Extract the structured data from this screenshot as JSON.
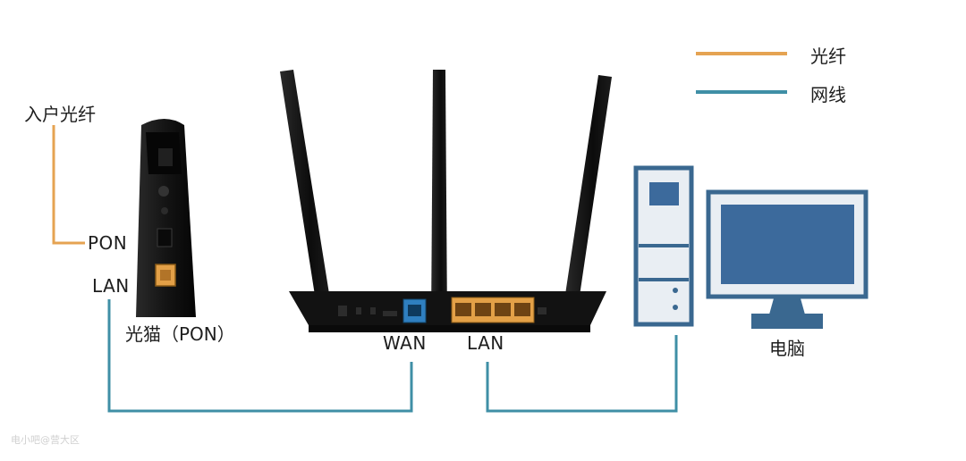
{
  "legend": {
    "fiber": {
      "label": "光纤",
      "color": "#e5a352"
    },
    "ethernet": {
      "label": "网线",
      "color": "#3f8fa6"
    }
  },
  "labels": {
    "incoming_fiber": "入户光纤",
    "modem_pon_port": "PON",
    "modem_lan_port": "LAN",
    "modem_name": "光猫（PON）",
    "router_wan": "WAN",
    "router_lan": "LAN",
    "computer": "电脑"
  },
  "watermark": "电小吧@营大区",
  "colors": {
    "device_black": "#161616",
    "lan_port_orange": "#e3a047",
    "wan_port_blue": "#2f7fc0",
    "pc_frame": "#3a6890",
    "pc_screen": "#3c6a9c",
    "pc_panel": "#e9eef3"
  }
}
